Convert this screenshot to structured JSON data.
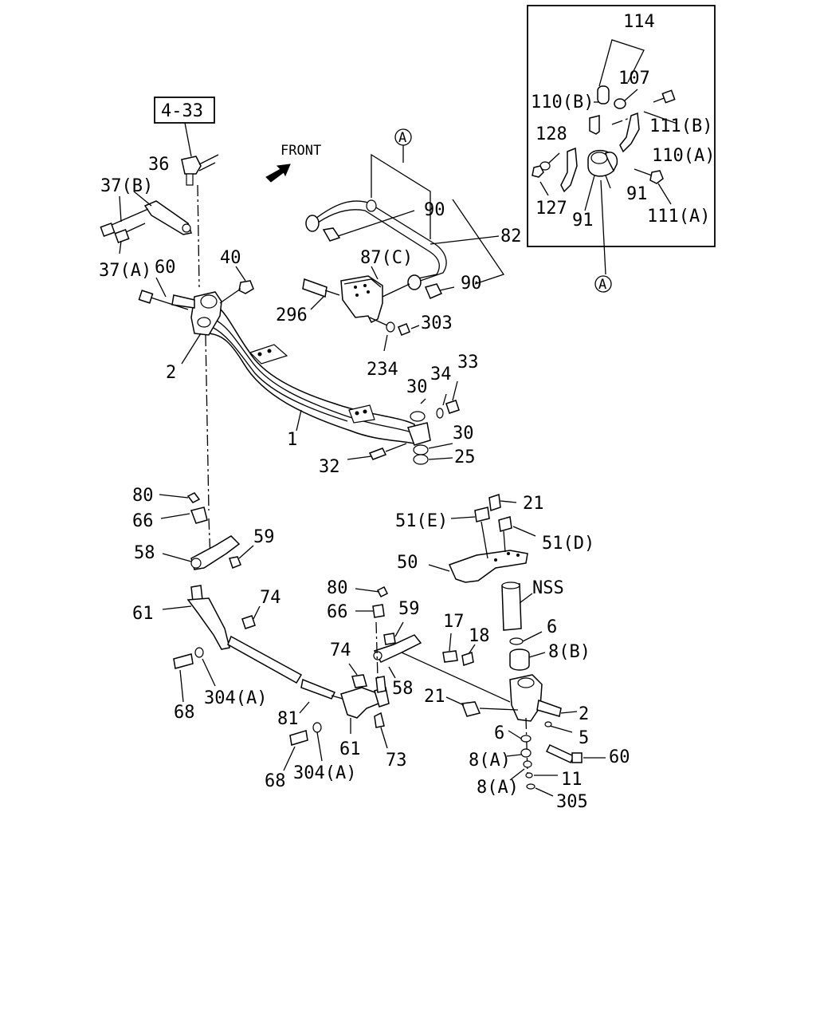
{
  "diagram": {
    "ref_box": "4-33",
    "front_label": "FRONT",
    "circle_ref": "A",
    "labels": {
      "l114": "114",
      "l107": "107",
      "l110b": "110(B)",
      "l111b": "111(B)",
      "l128": "128",
      "l110a": "110(A)",
      "l127": "127",
      "l91a": "91",
      "l91b": "91",
      "l111a": "111(A)",
      "l36": "36",
      "l37b": "37(B)",
      "l37a": "37(A)",
      "l60a": "60",
      "l40": "40",
      "l90a": "90",
      "l82": "82",
      "l87c": "87(C)",
      "l90b": "90",
      "l296": "296",
      "l303": "303",
      "l2a": "2",
      "l234": "234",
      "l30a": "30",
      "l34": "34",
      "l33": "33",
      "l1": "1",
      "l30b": "30",
      "l25": "25",
      "l32": "32",
      "l80a": "80",
      "l66a": "66",
      "l59a": "59",
      "l58a": "58",
      "l61a": "61",
      "l74a": "74",
      "l68a": "68",
      "l304a": "304(A)",
      "l81": "81",
      "l68b": "68",
      "l304b": "304(A)",
      "l61b": "61",
      "l73": "73",
      "l74b": "74",
      "l80b": "80",
      "l66b": "66",
      "l59b": "59",
      "l58b": "58",
      "l17": "17",
      "l18": "18",
      "l21a": "21",
      "l51e": "51(E)",
      "l51d": "51(D)",
      "l50": "50",
      "l nss": "NSS",
      "l6a": "6",
      "l8b": "8(B)",
      "l21b": "21",
      "l2b": "2",
      "l5": "5",
      "l6b": "6",
      "l60b": "60",
      "l8a1": "8(A)",
      "l11": "11",
      "l8a2": "8(A)",
      "l305": "305"
    }
  }
}
